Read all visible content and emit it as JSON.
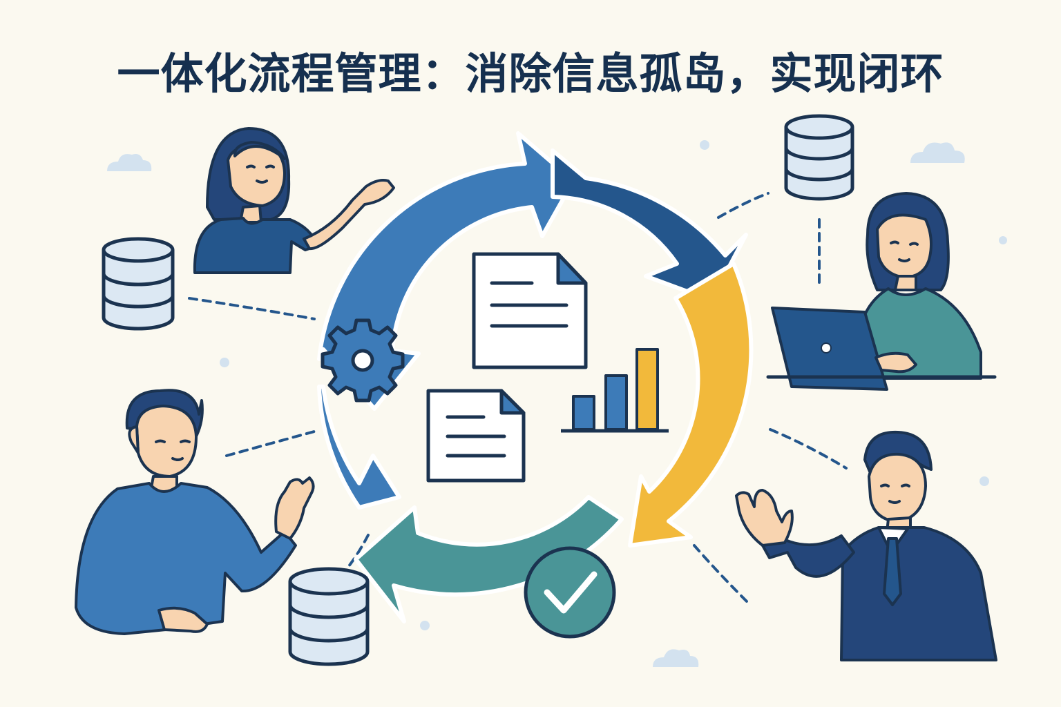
{
  "title": "一体化流程管理：消除信息孤岛，实现闭环",
  "colors": {
    "background": "#fbf9f0",
    "outline": "#1b3350",
    "arrow_blue": "#3d7bb8",
    "arrow_navy": "#24568c",
    "arrow_yellow": "#f2b93b",
    "arrow_teal": "#4a9597",
    "database_fill": "#dce8f3",
    "cloud": "#d3e2ef"
  },
  "icons": [
    "gear-icon",
    "document-icon",
    "bar-chart-icon",
    "check-icon",
    "database-icon",
    "laptop-icon",
    "cloud-icon"
  ],
  "people": [
    "woman-presenting",
    "woman-at-laptop",
    "man-gesturing",
    "businessman-in-suit"
  ]
}
